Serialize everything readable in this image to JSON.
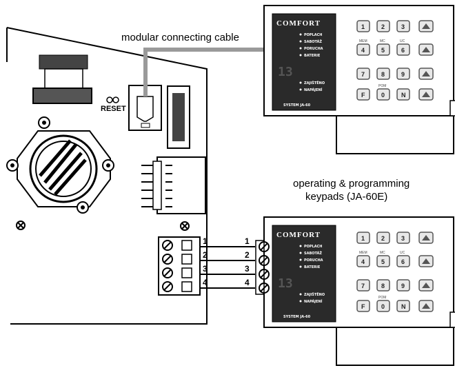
{
  "labels": {
    "cable": "modular connecting cable",
    "keypads_line1": "operating & programming",
    "keypads_line2": "keypads (JA-60E)",
    "reset": "RESET"
  },
  "keypad": {
    "brand": "COMFORT",
    "status_top": [
      "POPLACH",
      "SABOTÁŽ",
      "PORUCHA",
      "BATERIE"
    ],
    "status_bottom": [
      "ZAJIŠTĚNO",
      "NAPÁJENÍ"
    ],
    "system": "SYSTEM JA-60",
    "display": "13",
    "keys": [
      "1",
      "2",
      "3",
      "4",
      "5",
      "6",
      "7",
      "8",
      "9",
      "F",
      "0",
      "N"
    ],
    "sublabels": [
      "MEM",
      "MC",
      "UC",
      "POM"
    ]
  },
  "terminals": {
    "left": [
      "1",
      "2",
      "3",
      "4"
    ],
    "right": [
      "1",
      "2",
      "3",
      "4"
    ]
  },
  "colors": {
    "line": "#000000",
    "cable": "#9a9a9a",
    "panel_dark": "#2a2a2a",
    "key_face": "#e8e8e8"
  }
}
